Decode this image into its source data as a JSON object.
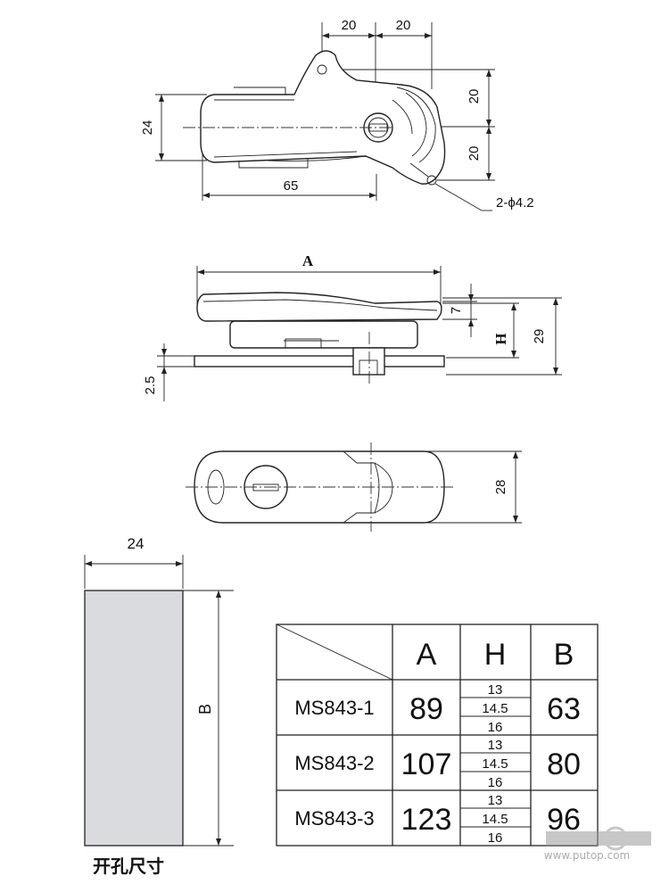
{
  "top_view": {
    "dim_20_left": "20",
    "dim_20_right": "20",
    "dim_20_upper": "20",
    "dim_20_lower": "20",
    "dim_24": "24",
    "dim_65": "65",
    "hole_note": "2-ϕ4.2"
  },
  "side_view": {
    "dim_A": "A",
    "dim_7": "7",
    "dim_H": "H",
    "dim_29": "29",
    "dim_2_5": "2.5"
  },
  "front_view": {
    "dim_28": "28"
  },
  "cutout": {
    "width": "24",
    "height": "B",
    "caption": "开孔尺寸"
  },
  "spec_table": {
    "headers": [
      "A",
      "H",
      "B"
    ],
    "rows": [
      {
        "model": "MS843-1",
        "A": "89",
        "H": [
          "13",
          "14.5",
          "16"
        ],
        "B": "63"
      },
      {
        "model": "MS843-2",
        "A": "107",
        "H": [
          "13",
          "14.5",
          "16"
        ],
        "B": "80"
      },
      {
        "model": "MS843-3",
        "A": "123",
        "H": [
          "13",
          "14.5",
          "16"
        ],
        "B": "96"
      }
    ]
  },
  "watermark": {
    "url": "www.putop.com"
  }
}
